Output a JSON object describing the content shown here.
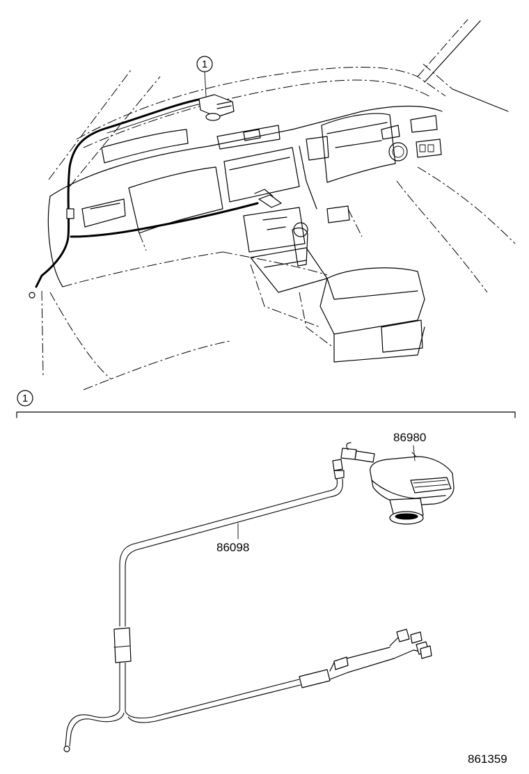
{
  "callouts": {
    "top": "1",
    "detail": "1"
  },
  "parts": {
    "unit": "86980",
    "cable": "86098"
  },
  "illustration_number": "861359"
}
